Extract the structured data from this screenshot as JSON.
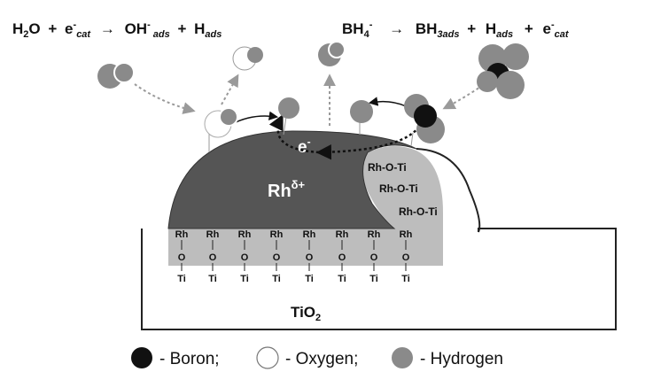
{
  "equations": {
    "left": {
      "h2o": "H",
      "h2o_sub": "2",
      "h2o_o": "O",
      "plus1": "+",
      "e": "e",
      "e_sup": "-",
      "e_sub": "cat",
      "arrow": "→",
      "oh": "OH",
      "oh_sup": "-",
      "oh_sub": "ads",
      "plus2": "+",
      "h": "H",
      "h_sub": "ads"
    },
    "right": {
      "bh": "BH",
      "bh_sub": "4",
      "bh_sup": "-",
      "arrow": "→",
      "bh3": "BH",
      "bh3_sub": "3ads",
      "plus1": "+",
      "h": "H",
      "h_sub": "ads",
      "plus2": "+",
      "e": "e",
      "e_sup": "-",
      "e_sub": "cat"
    }
  },
  "particle": {
    "rh": "Rh",
    "rh_sup": "δ+",
    "electron": "e",
    "electron_sup": "-"
  },
  "interface_labels": {
    "rh": "Rh",
    "o": "O",
    "ti": "Ti",
    "rh_o_ti": [
      "Rh-O-Ti",
      "Rh-O-Ti",
      "Rh-O-Ti"
    ]
  },
  "support": {
    "tio2": "TiO",
    "tio2_sub": "2"
  },
  "legend": {
    "boron": "- Boron;",
    "oxygen": "- Oxygen;",
    "hydrogen": "- Hydrogen"
  },
  "colors": {
    "boron": "#111111",
    "oxygen": "#ffffff",
    "hydrogen": "#8a8a8a",
    "rh_particle": "#555555",
    "interface": "#bdbdbd",
    "arrow_gray": "#9a9a9a"
  }
}
